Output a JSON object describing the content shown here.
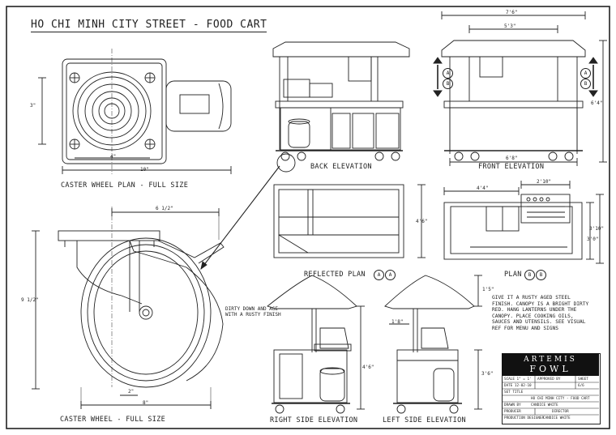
{
  "title": "HO CHI MINH CITY STREET  -  FOOD CART",
  "views": {
    "caster_plan": "CASTER WHEEL PLAN - FULL SIZE",
    "caster_full": "CASTER WHEEL - FULL SIZE",
    "back_elevation": "BACK ELEVATION",
    "front_elevation": "FRONT ELEVATION",
    "reflected_plan": "REFLECTED  PLAN",
    "plan": "PLAN",
    "right_side": "RIGHT SIDE ELEVATION",
    "left_side": "LEFT SIDE ELEVATION"
  },
  "section_markers": {
    "a": "A",
    "b": "B"
  },
  "dimensions": {
    "caster_3in": "3\"",
    "caster_4in": "4\"",
    "caster_10in": "10\"",
    "wheel_6_5": "6 1/2\"",
    "wheel_9_5": "9 1/2\"",
    "wheel_2in": "2\"",
    "wheel_8in": "8\"",
    "front_7_6": "7'6\"",
    "front_5_3": "5'3\"",
    "front_6_4": "6'4\"",
    "front_6_8": "6'8\"",
    "refl_4_6": "4'6\"",
    "plan_4_4": "4'4\"",
    "plan_2_10": "2'10\"",
    "plan_3_10": "3'10\"",
    "plan_3_0": "3'0\"",
    "side_1_5": "1'5\"",
    "side_1_8": "1'8\"",
    "side_4_6": "4'6\"",
    "side_3_6": "3'6\""
  },
  "wheel_note": "DIRTY DOWN AND AGE WITH A RUSTY FINISH",
  "general_note": "GIVE IT A RUSTY AGED STEEL FINISH. CANOPY IS A BRIGHT DIRTY RED. HANG LANTERNS UNDER THE CANOPY. PLACE COOKING OILS, SAUCES AND UTENSILS. SEE VISUAL REF FOR MENU AND SIGNS",
  "title_block": {
    "brand_line1": "ARTEMIS",
    "brand_line2": "FOWL",
    "scale": "SCALE  1\" = 1'",
    "approved": "APPROVED BY",
    "sheet": "SHEET",
    "sheet_no": "6/6",
    "date": "DATE 12-02-10",
    "set_title_label": "SET TITLE",
    "set_title": "HO CHI MINH CITY - FOOD CART",
    "drawn_label": "DRAWN BY",
    "drawn_by": "CANDICE WHITE",
    "producer": "PRODUCER",
    "director": "DIRECTOR",
    "prod_designer_label": "PRODUCTION DESIGNER",
    "prod_designer": "CANDICE WHITE"
  }
}
